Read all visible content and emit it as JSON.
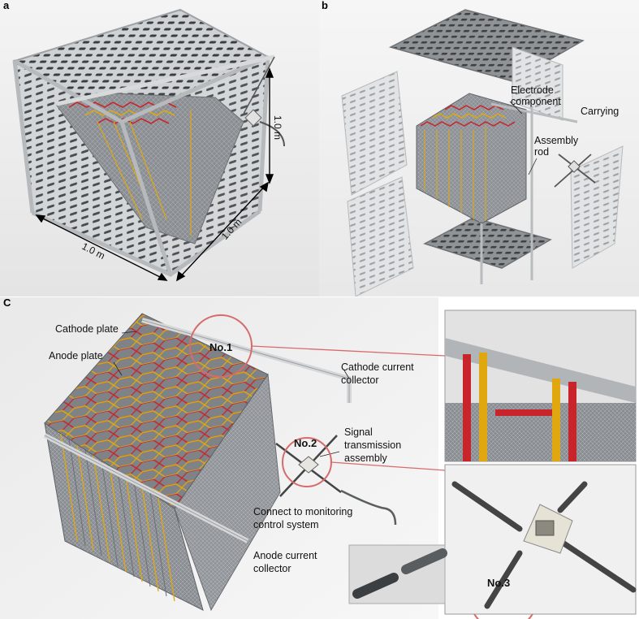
{
  "panels": {
    "a": {
      "label": "a",
      "dims": {
        "width": "1.0 m",
        "depth": "1.0 m",
        "height": "1.0 m"
      }
    },
    "b": {
      "label": "b",
      "callouts": {
        "electrode_component": "Electrode\ncomponent",
        "carrying": "Carrying",
        "assembly_rod": "Assembly\nrod"
      }
    },
    "c": {
      "label": "c",
      "callouts": {
        "cathode_plate": "Cathode plate",
        "anode_plate": "Anode plate",
        "cathode_collector": "Cathode current\ncollector",
        "signal_assembly": "Signal\ntransmission\nassembly",
        "connect_monitor": "Connect to monitoring\ncontrol system",
        "anode_collector": "Anode current\ncollector"
      },
      "zoom_markers": [
        "No.1",
        "No.2",
        "No.3"
      ]
    }
  },
  "colors": {
    "frame_steel": "#c9ccce",
    "mesh_gray": "#8e9296",
    "cathode_red": "#c8242b",
    "anode_yellow": "#e0a80e",
    "circle_pink": "#d86a6a"
  }
}
